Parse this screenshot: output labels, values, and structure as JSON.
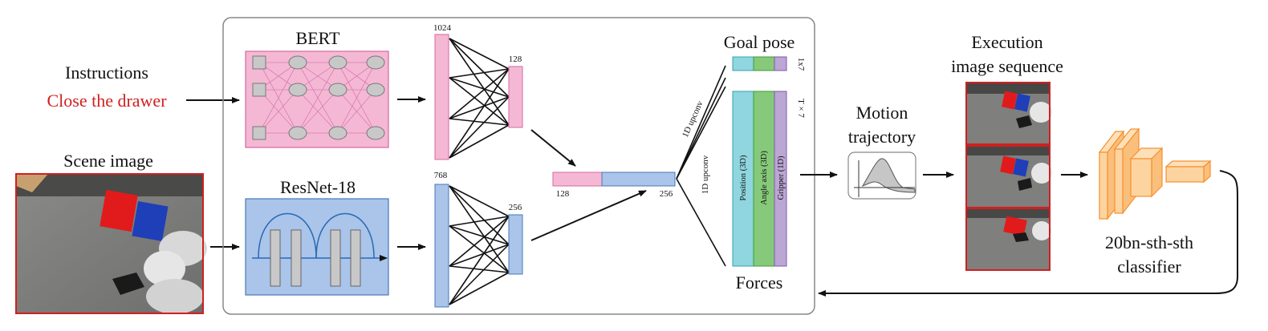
{
  "inputs": {
    "instructions_label": "Instructions",
    "instruction_text": "Close the drawer",
    "scene_label": "Scene image"
  },
  "encoders": {
    "bert_label": "BERT",
    "resnet_label": "ResNet-18"
  },
  "mlp": {
    "bert_in_dim": "1024",
    "bert_out_dim": "128",
    "resnet_in_dim": "768",
    "resnet_out_dim": "256"
  },
  "concat": {
    "left_dim": "128",
    "right_dim": "256"
  },
  "decoder": {
    "upconv_top": "1D upconv",
    "upconv_bottom": "1D upconv",
    "goal_pose_label": "Goal pose",
    "goal_pose_dim": "1x7",
    "traj_dim": "T × 7",
    "forces_label": "Forces",
    "bar_position": "Position (3D)",
    "bar_angle": "Angle axis (3D)",
    "bar_gripper": "Gripper (1D)"
  },
  "motion": {
    "label_line1": "Motion",
    "label_line2": "trajectory"
  },
  "execution": {
    "label_line1": "Execution",
    "label_line2": "image sequence"
  },
  "classifier": {
    "label_line1": "20bn-sth-sth",
    "label_line2": "classifier"
  },
  "colors": {
    "red": "#d02020",
    "pink": "#f2b6d2",
    "blue": "#a9c4e8",
    "cyan": "#8fd6df",
    "green": "#86c97a",
    "purple": "#bca6d4",
    "orange": "#f8a850"
  }
}
